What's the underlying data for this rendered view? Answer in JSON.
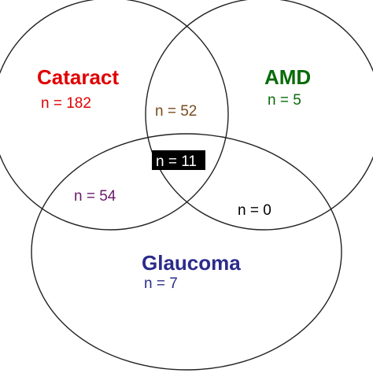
{
  "sets": {
    "cataract": {
      "label": "Cataract",
      "color": "#e00000"
    },
    "amd": {
      "label": "AMD",
      "color": "#0a6b0a"
    },
    "glaucoma": {
      "label": "Glaucoma",
      "color": "#2b2b8c"
    }
  },
  "regions": {
    "cataract_only": {
      "text": "n = 182",
      "value": 182,
      "color": "#e00000"
    },
    "amd_only": {
      "text": "n = 5",
      "value": 5,
      "color": "#0a6b0a"
    },
    "glaucoma_only": {
      "text": "n = 7",
      "value": 7,
      "color": "#2b2b8c"
    },
    "cataract_amd": {
      "text": "n = 52",
      "value": 52,
      "color": "#7a4b1c"
    },
    "cataract_glaucoma": {
      "text": "n = 54",
      "value": 54,
      "color": "#6a1a6a"
    },
    "amd_glaucoma": {
      "text": "n = 0",
      "value": 0,
      "color": "#000000"
    },
    "all_three": {
      "text": "n = 11",
      "value": 11,
      "color": "#ffffff",
      "background": "#000000"
    }
  }
}
